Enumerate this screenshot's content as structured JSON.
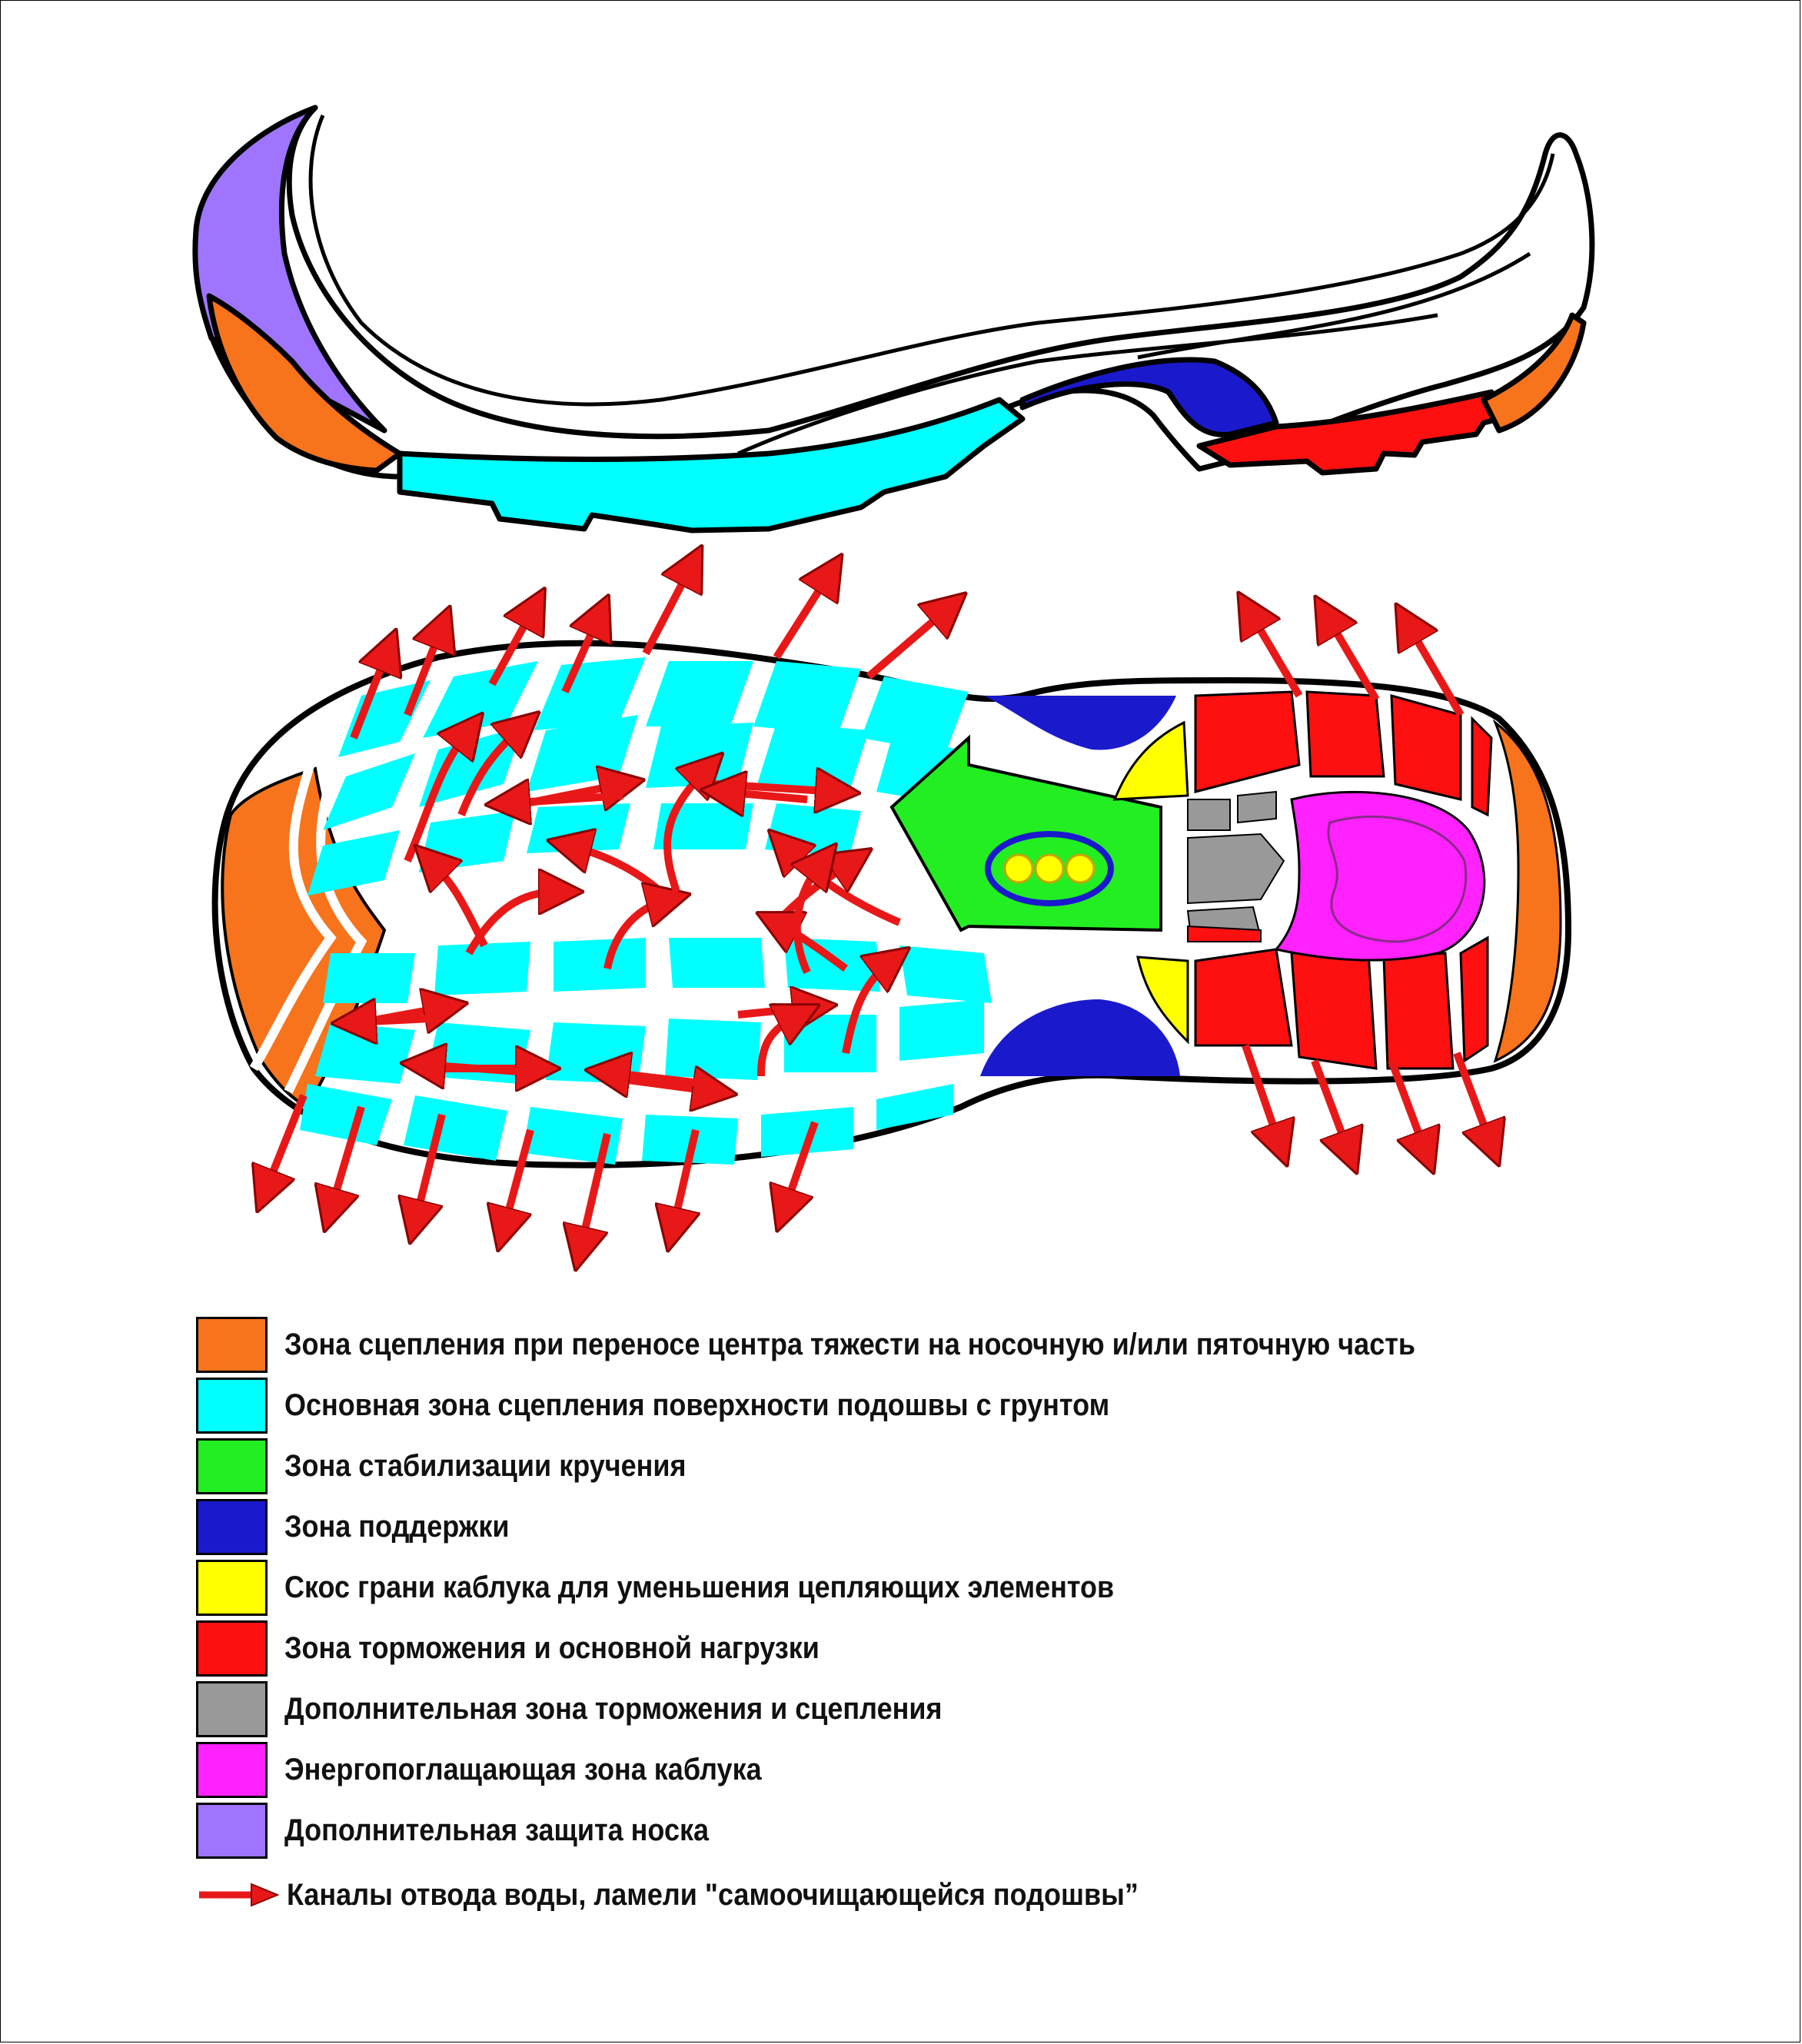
{
  "colors": {
    "orange": "#f7731c",
    "cyan": "#00ffff",
    "green": "#22ee22",
    "blue": "#1a1acc",
    "yellow": "#ffff00",
    "red": "#ff1010",
    "gray": "#999999",
    "magenta": "#ff22ff",
    "violet": "#9f74ff",
    "arrow": "#e81818",
    "outline": "#000000"
  },
  "legend": {
    "items": [
      {
        "color": "#f7731c",
        "label": "Зона сцепления при переносе центра тяжести на носочную и/или пяточную часть"
      },
      {
        "color": "#00ffff",
        "label": "Основная зона сцепления поверхности подошвы с грунтом"
      },
      {
        "color": "#22ee22",
        "label": "Зона стабилизации кручения"
      },
      {
        "color": "#1a1acc",
        "label": "Зона поддержки"
      },
      {
        "color": "#ffff00",
        "label": "Скос грани каблука для уменьшения цепляющих элементов"
      },
      {
        "color": "#ff1010",
        "label": "Зона торможения и основной нагрузки"
      },
      {
        "color": "#999999",
        "label": "Дополнительная зона торможения и сцепления"
      },
      {
        "color": "#ff22ff",
        "label": "Энергопоглащающая зона каблука"
      },
      {
        "color": "#9f74ff",
        "label": "Дополнительная защита носка"
      }
    ],
    "arrow_label": "Каналы отвода воды, ламели \"самоочищающейся подошвы”"
  }
}
